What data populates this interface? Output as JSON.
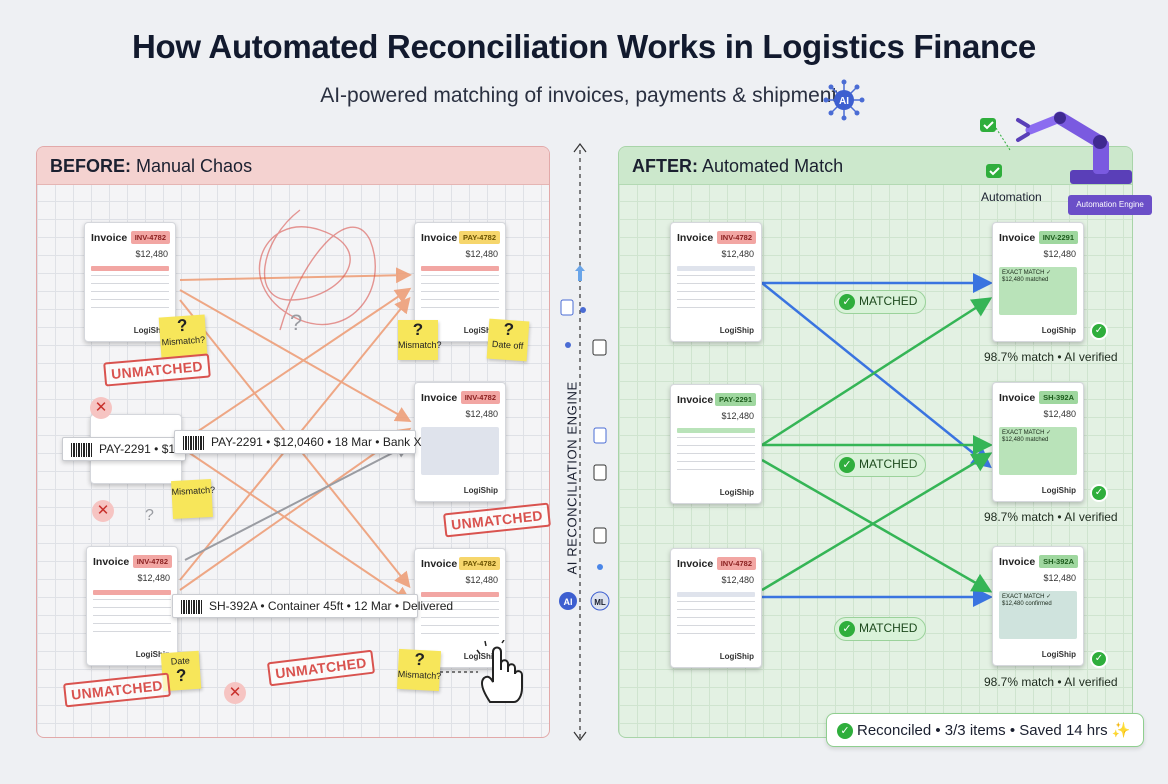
{
  "header": {
    "title": "How Automated Reconciliation Works in Logistics Finance",
    "subtitle": "AI-powered matching of invoices, payments & shipments",
    "ai_badge": "AI"
  },
  "before": {
    "label_bold": "BEFORE:",
    "label_rest": " Manual Chaos",
    "cards": [
      {
        "title": "Invoice",
        "tag": "INV-4782",
        "amount": "$12,480",
        "footer": "LogiShip",
        "tag_color": "#f2a6a3"
      },
      {
        "title": "Invoice",
        "tag": "PAY-4782",
        "amount": "$12,480",
        "footer": "LogiShip",
        "tag_color": "#f6d66c"
      },
      {
        "title": "Invoice",
        "tag": "INV-4782",
        "amount": "$12,480",
        "footer": "LogiShip",
        "tag_color": "#f2a6a3"
      },
      {
        "title": "Invoice",
        "tag": "INV-4782",
        "amount": "$12,480",
        "footer": "LogiShip",
        "tag_color": "#f6d66c"
      },
      {
        "title": "Invoice",
        "tag": "PAY-4782",
        "amount": "$12,480",
        "footer": "LogiShip",
        "tag_color": "#f6d66c"
      }
    ],
    "stickies": [
      "Mismatch?",
      "Mismatch?",
      "Date off",
      "Mismatch?",
      "Date",
      "Mismatch?"
    ],
    "stamps": [
      "UNMATCHED",
      "UNMATCHED",
      "UNMATCHED",
      "UNMATCHED"
    ],
    "payment_strip": "PAY-2291 • $12,0460 • 18 Mar • Bank X",
    "payment_strip_short": "PAY-2291 • $1",
    "shipment_strip": "SH-392A • Container 45ft • 12 Mar • Delivered"
  },
  "middle": {
    "engine_label": "AI RECONCILIATION ENGINE",
    "node_ai": "AI",
    "node_ml": "ML"
  },
  "after": {
    "label_bold": "AFTER:",
    "label_rest": " Automated Match",
    "automation_label": "Automation",
    "engine_box": "Automation Engine",
    "left_cards": [
      {
        "title": "Invoice",
        "tag": "INV-4782",
        "amount": "$12,480",
        "footer": "LogiShip"
      },
      {
        "title": "Invoice",
        "tag": "PAY-2291",
        "amount": "$12,480",
        "footer": "LogiShip"
      },
      {
        "title": "Invoice",
        "tag": "INV-4782",
        "amount": "$12,480",
        "footer": "LogiShip"
      }
    ],
    "right_cards": [
      {
        "title": "Invoice",
        "tag": "INV-2291",
        "amount": "$12,480",
        "box_text": "EXACT MATCH ✓ $12,480 matched",
        "footer": "LogiShip",
        "box_color": "#b9e3b9"
      },
      {
        "title": "Invoice",
        "tag": "SH-392A",
        "amount": "$12,480",
        "box_text": "EXACT MATCH ✓ $12,480 matched",
        "footer": "LogiShip",
        "box_color": "#b9e3b9"
      },
      {
        "title": "Invoice",
        "tag": "SH-392A",
        "amount": "$12,480",
        "box_text": "EXACT MATCH ✓ $12,480 confirmed",
        "footer": "LogiShip",
        "box_color": "#cfe3dd"
      }
    ],
    "matched_label": "MATCHED",
    "verified_label": "98.7% match • AI verified",
    "summary": "Reconciled • 3/3 items • Saved 14 hrs ✨"
  },
  "colors": {
    "before_accent": "#d9534f",
    "after_accent": "#2fae3c",
    "arrow_orange": "#ee9a72",
    "arrow_blue": "#4a86e8",
    "arrow_green": "#46c464"
  }
}
